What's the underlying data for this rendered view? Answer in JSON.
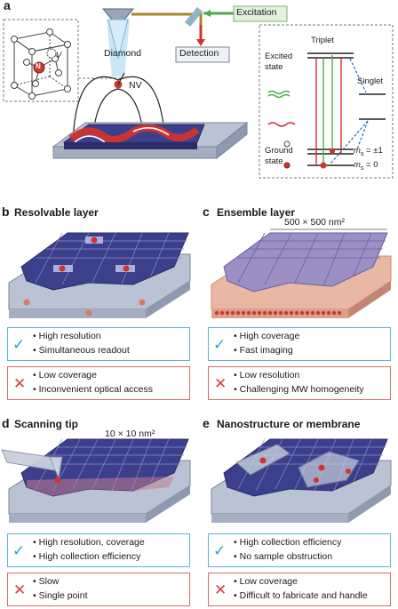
{
  "panels": {
    "a": {
      "letter": "a",
      "labels": {
        "excitation": "Excitation",
        "detection": "Detection",
        "diamond": "Diamond",
        "nv": "NV",
        "v": "V",
        "n": "N",
        "triplet": "Triplet",
        "excited_state_1": "Excited",
        "excited_state_2": "state",
        "singlet": "Singlet",
        "ground_state_1": "Ground",
        "ground_state_2": "state",
        "ms_pm1": "m",
        "ms_pm1_sub": "s",
        "ms_pm1_val": " = ±1",
        "ms_0": "m",
        "ms_0_sub": "s",
        "ms_0_val": " = 0"
      }
    },
    "b": {
      "letter": "b",
      "title": "Resolvable layer",
      "pros": [
        "High resolution",
        "Simultaneous readout"
      ],
      "cons": [
        "Low coverage",
        "Inconvenient optical access"
      ]
    },
    "c": {
      "letter": "c",
      "title": "Ensemble layer",
      "size_label": "500 × 500 nm²",
      "pros": [
        "High coverage",
        "Fast imaging"
      ],
      "cons": [
        "Low resolution",
        "Challenging MW homogeneity"
      ]
    },
    "d": {
      "letter": "d",
      "title": "Scanning tip",
      "size_label": "10 × 10 nm²",
      "pros": [
        "High resolution, coverage",
        "High collection efficiency"
      ],
      "cons": [
        "Slow",
        "Single point"
      ]
    },
    "e": {
      "letter": "e",
      "title": "Nanostructure or membrane",
      "pros": [
        "High collection efficiency",
        "No sample obstruction"
      ],
      "cons": [
        "Low coverage",
        "Difficult to fabricate and handle"
      ]
    }
  },
  "symbols": {
    "check": "✓",
    "cross": "✕",
    "bullet": "•"
  },
  "colors": {
    "grid_navy": "#3b3f8c",
    "grid_line": "#8a90c8",
    "substrate": "#b9c3d3",
    "nv_red": "#d0342c",
    "excitation_green": "#4fa84a",
    "detection_red": "#d0342c",
    "ensemble_pink": "#e9b8a4",
    "pro_border": "#5fb3d6",
    "con_border": "#d96b6b"
  }
}
